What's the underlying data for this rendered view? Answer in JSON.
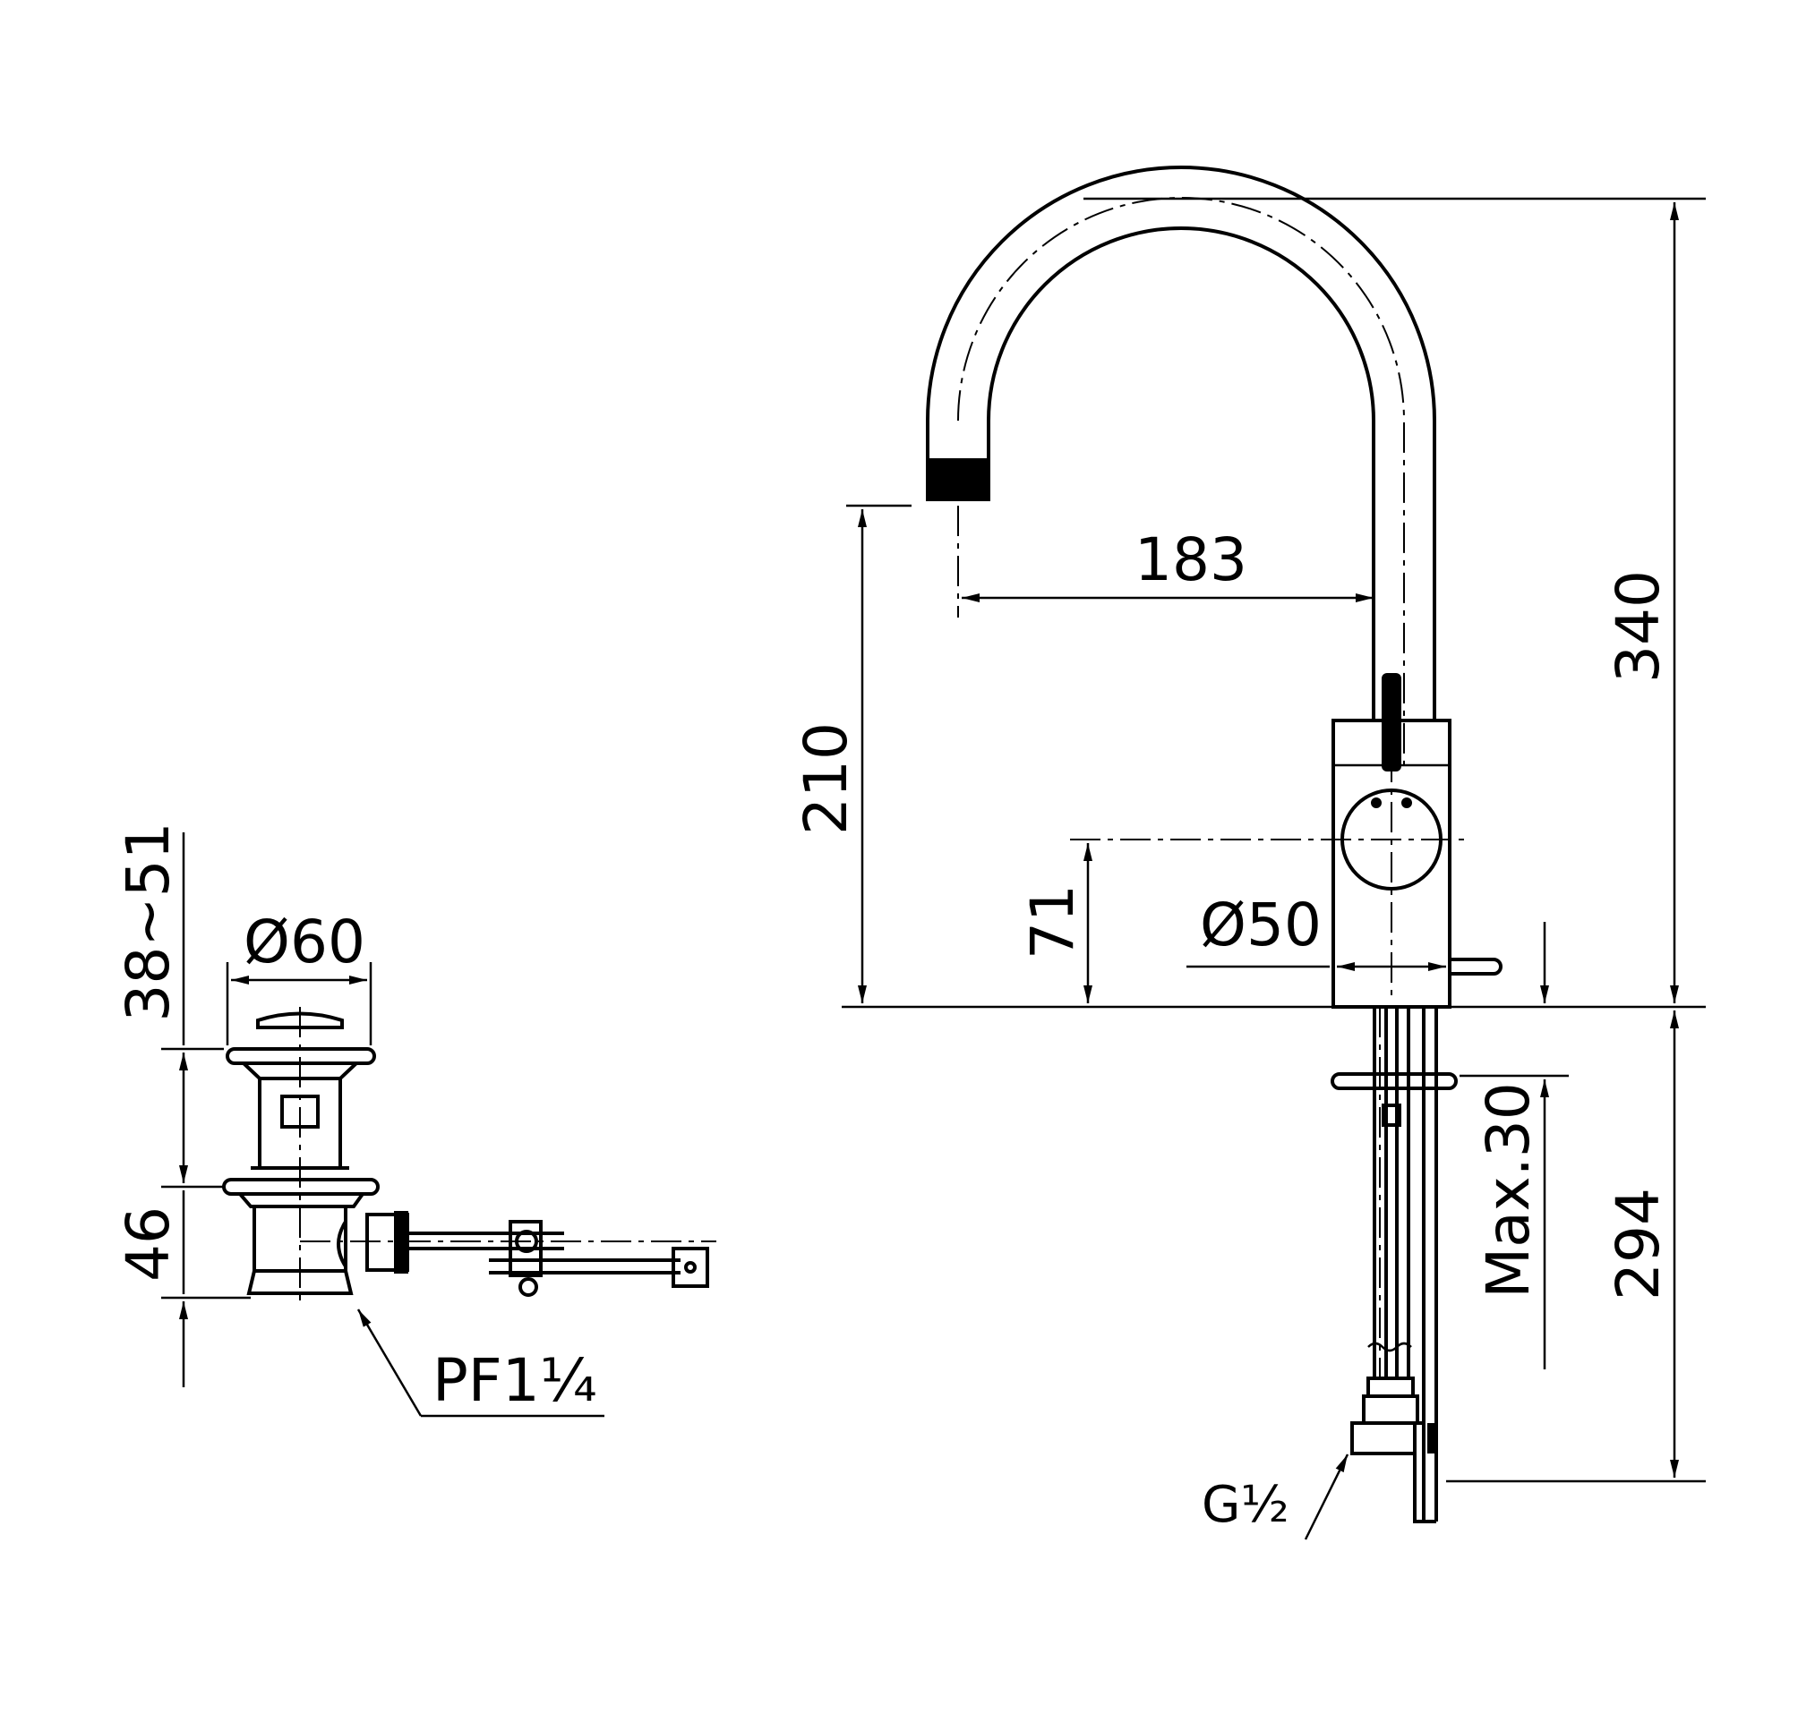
{
  "dimensions": {
    "faucet_height": "340",
    "spout_reach": "183",
    "spout_clearance": "210",
    "handle_height": "71",
    "body_diameter": "Ø50",
    "mount_thickness": "Max.30",
    "tail_length": "294",
    "inlet_thread": "G½",
    "drain_diameter": "Ø60",
    "drain_adjust_range": "38~51",
    "drain_height": "46",
    "drain_thread": "PF1¼"
  }
}
